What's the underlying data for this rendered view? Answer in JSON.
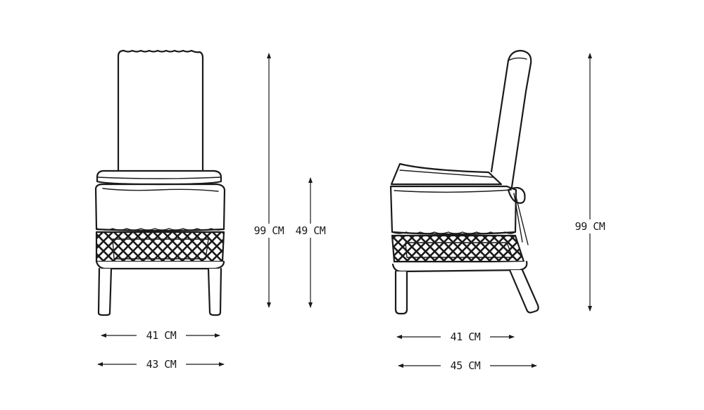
{
  "front_view": {
    "total_height_label": "99 CM",
    "seat_height_label": "49 CM",
    "seat_width_label": "41 CM",
    "overall_width_label": "43 CM"
  },
  "side_view": {
    "total_height_label": "99 CM",
    "seat_depth_label": "41 CM",
    "overall_depth_label": "45 CM"
  }
}
